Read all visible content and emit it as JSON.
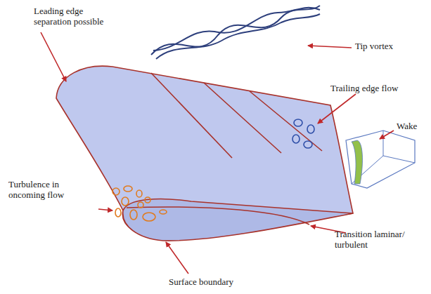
{
  "diagram": {
    "labels": [
      "Leading edge separation possible",
      "Tip vortex",
      "Trailing edge flow",
      "Wake",
      "Turbulence in oncoming flow",
      "Transition laminar/ turbulent",
      "Surface boundary"
    ]
  }
}
